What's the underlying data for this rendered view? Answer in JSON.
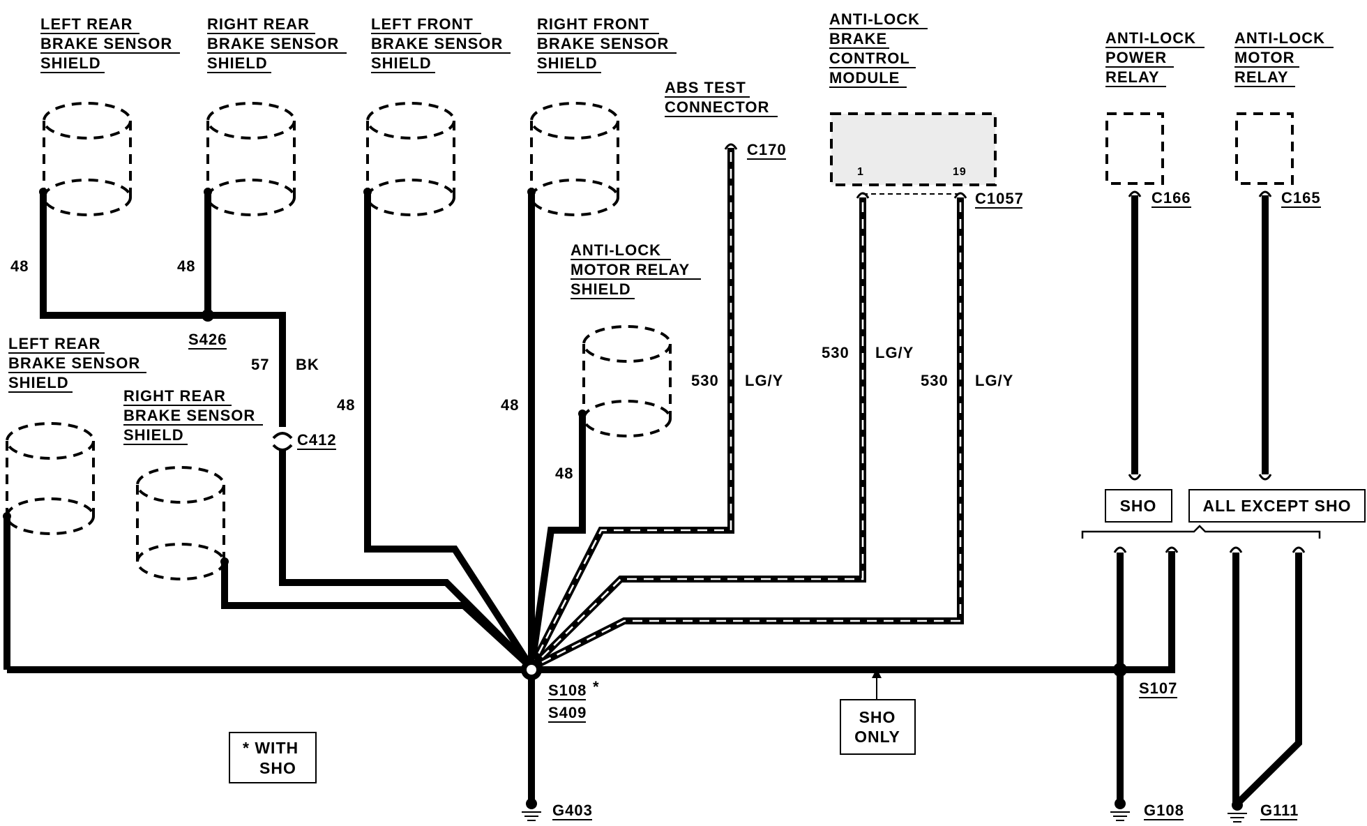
{
  "components": {
    "lr_shield_top": [
      "LEFT REAR",
      "BRAKE SENSOR",
      "SHIELD"
    ],
    "rr_shield_top": [
      "RIGHT REAR",
      "BRAKE SENSOR",
      "SHIELD"
    ],
    "lf_shield": [
      "LEFT FRONT",
      "BRAKE SENSOR",
      "SHIELD"
    ],
    "rf_shield": [
      "RIGHT FRONT",
      "BRAKE SENSOR",
      "SHIELD"
    ],
    "abs_test_connector": [
      "ABS TEST",
      "CONNECTOR"
    ],
    "abs_module": [
      "ANTI-LOCK",
      "BRAKE",
      "CONTROL",
      "MODULE"
    ],
    "power_relay": [
      "ANTI-LOCK",
      "POWER",
      "RELAY"
    ],
    "motor_relay": [
      "ANTI-LOCK",
      "MOTOR",
      "RELAY"
    ],
    "motor_relay_shield": [
      "ANTI-LOCK",
      "MOTOR RELAY",
      "SHIELD"
    ],
    "lr_shield_low": [
      "LEFT REAR",
      "BRAKE SENSOR",
      "SHIELD"
    ],
    "rr_shield_low": [
      "RIGHT REAR",
      "BRAKE SENSOR",
      "SHIELD"
    ]
  },
  "connectors": {
    "c170": "C170",
    "c1057": "C1057",
    "c166": "C166",
    "c165": "C165",
    "c412": "C412",
    "pin1": "1",
    "pin19": "19"
  },
  "splices": {
    "s426": "S426",
    "s108": "S108",
    "s409": "S409",
    "s107": "S107",
    "s108_mark": "*"
  },
  "grounds": {
    "g403": "G403",
    "g108": "G108",
    "g111": "G111"
  },
  "wires": {
    "w48_a": "48",
    "w48_b": "48",
    "w48_c": "48",
    "w48_d": "48",
    "w48_e": "48",
    "w57": "57",
    "w57_color": "BK",
    "w530_a": "530",
    "w530_a_color": "LG/Y",
    "w530_b": "530",
    "w530_b_color": "LG/Y",
    "w530_c": "530",
    "w530_c_color": "LG/Y"
  },
  "notes": {
    "sho": "SHO",
    "all_except_sho": "ALL EXCEPT SHO",
    "sho_only": [
      "SHO",
      "ONLY"
    ],
    "with_sho": [
      "* WITH",
      "SHO"
    ]
  }
}
